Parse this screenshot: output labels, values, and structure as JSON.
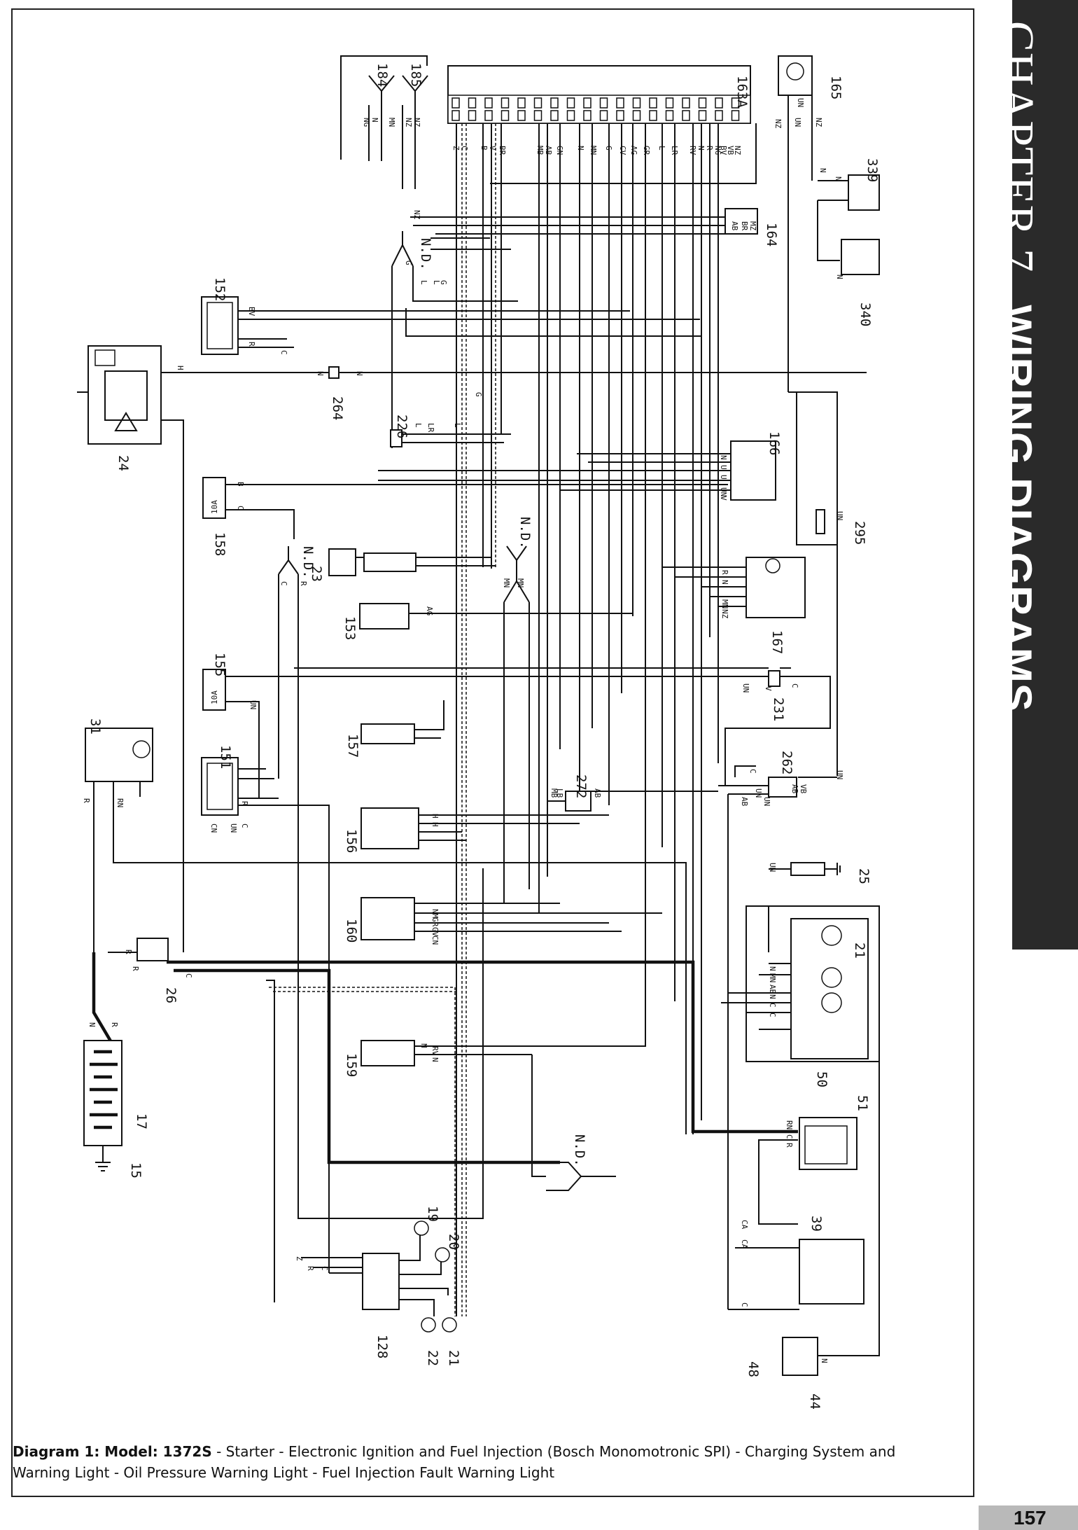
{
  "sidebar": {
    "chapter": "CHAPTER 7",
    "section": "WIRING DIAGRAMS"
  },
  "page_number": "157",
  "caption": {
    "title": "Diagram 1: Model: 1372S",
    "text": " - Starter - Electronic Ignition and Fuel Injection (Bosch Monomotronic SPI) - Charging System and Warning Light - Oil Pressure Warning Light - Fuel Injection Fault Warning Light"
  },
  "components": {
    "c184": "184",
    "c185": "185",
    "c163A": "163A",
    "c165": "165",
    "c339": "339",
    "c340": "340",
    "c164": "164",
    "c152": "152",
    "c24": "24",
    "c264": "264",
    "c226": "226",
    "c166": "166",
    "c158": "158",
    "c23": "23",
    "c295": "295",
    "c153": "153",
    "c167": "167",
    "c155": "155",
    "c231": "231",
    "c31": "31",
    "c157": "157",
    "c151": "151",
    "c262": "262",
    "c272": "272",
    "c156": "156",
    "c25": "25",
    "c160": "160",
    "c26": "26",
    "c21a": "21",
    "c50": "50",
    "c51": "51",
    "c159": "159",
    "c17": "17",
    "c15": "15",
    "c39": "39",
    "c19": "19",
    "c20": "20",
    "c128": "128",
    "c22": "22",
    "c21b": "21",
    "c48": "48",
    "c44": "44"
  },
  "notes": {
    "nd1": "N.D.",
    "nd2": "N.D.",
    "nd3": "N.D.",
    "nd4": "N.D.",
    "nd5": "N.D."
  },
  "fuses": {
    "f158": "10A",
    "f155": "10A"
  },
  "wire_codes": [
    "NG",
    "N",
    "MN",
    "NZ",
    "NZ",
    "Z",
    "C",
    "B",
    "V",
    "BR",
    "MB",
    "AB",
    "GN",
    "N",
    "MN",
    "G",
    "CV",
    "AG",
    "GR",
    "L",
    "LR",
    "RV",
    "N",
    "R",
    "NG",
    "BV",
    "VB",
    "NZ",
    "NZ",
    "N",
    "UN",
    "NZ",
    "AB",
    "BR",
    "MZ",
    "G",
    "L",
    "L",
    "G",
    "NZ",
    "N",
    "UN",
    "N",
    "G",
    "L",
    "LR",
    "L",
    "BV",
    "R",
    "C",
    "H",
    "N",
    "N",
    "N",
    "U",
    "U",
    "UN",
    "V",
    "B",
    "C",
    "C",
    "R",
    "AG",
    "UN",
    "MN",
    "MN",
    "R",
    "N",
    "MN",
    "NZ",
    "V",
    "UN",
    "C",
    "UN",
    "UN",
    "C",
    "UN",
    "MB",
    "LB",
    "AB",
    "AB",
    "UN",
    "AB",
    "VB",
    "R",
    "RN",
    "CN",
    "UN",
    "C",
    "R",
    "H",
    "H",
    "UN",
    "NM",
    "GR",
    "GV",
    "CN",
    "R",
    "R",
    "C",
    "RV",
    "N",
    "N",
    "N",
    "R",
    "RN",
    "C",
    "R",
    "CA",
    "MN",
    "AB",
    "N",
    "C",
    "C",
    "CA",
    "C",
    "Z",
    "R",
    "C",
    "N",
    "N"
  ]
}
